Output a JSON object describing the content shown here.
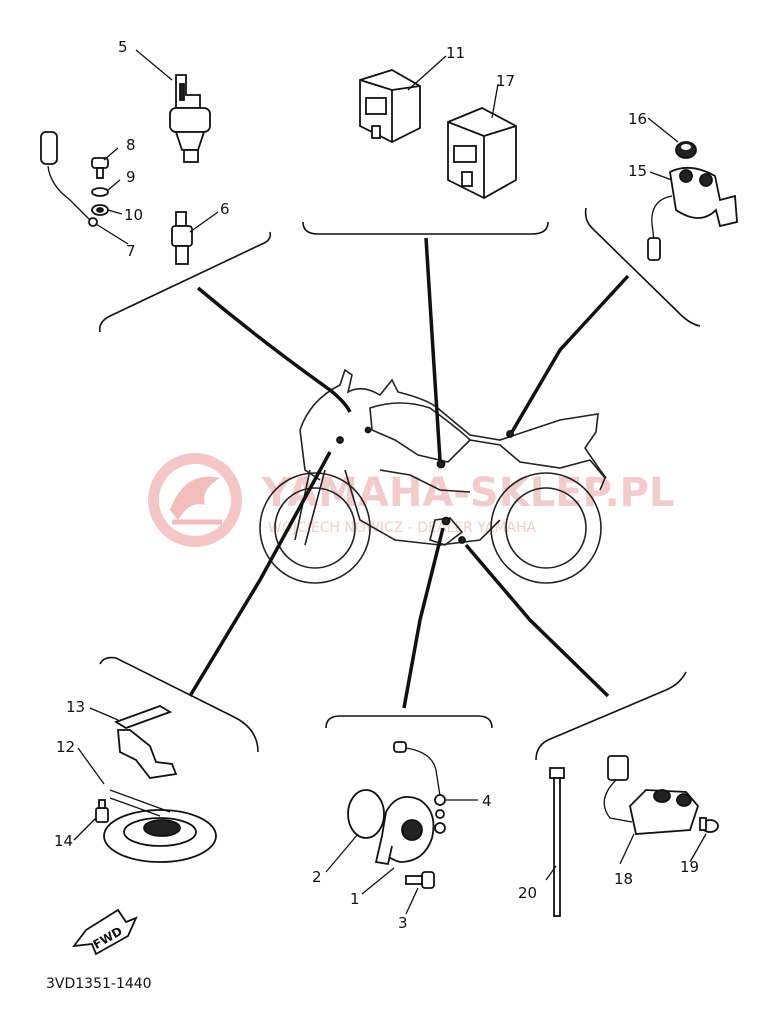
{
  "diagram": {
    "code": "3VD1351-1440",
    "fwd_label": "FWD",
    "watermark": {
      "brand": "YAMAHA-SKLEP.PL",
      "tagline": "WOJCIECH NOWICZ - DEALER YAMAHA"
    },
    "callouts": {
      "c1": "1",
      "c2": "2",
      "c3": "3",
      "c4": "4",
      "c5": "5",
      "c6": "6",
      "c7": "7",
      "c8": "8",
      "c9": "9",
      "c10": "10",
      "c11": "11",
      "c12": "12",
      "c13": "13",
      "c14": "14",
      "c15": "15",
      "c16": "16",
      "c17": "17",
      "c18": "18",
      "c19": "19",
      "c20": "20"
    }
  }
}
